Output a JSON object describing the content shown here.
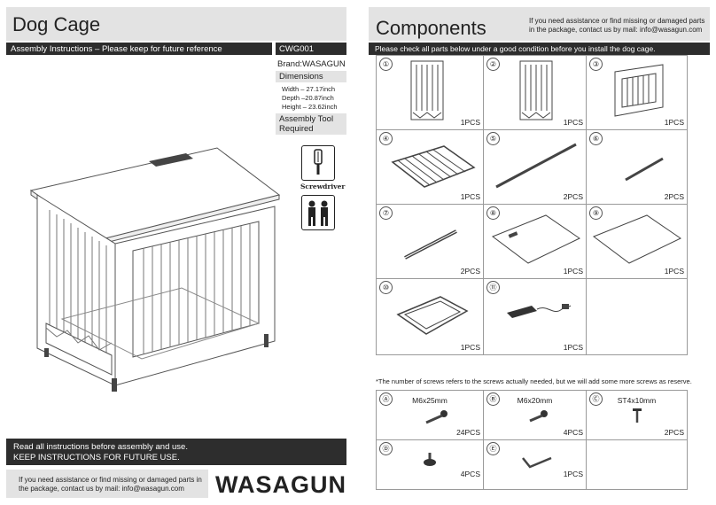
{
  "left": {
    "title": "Dog Cage",
    "subtitle_bar": "Assembly Instructions – Please keep for future reference",
    "model": "CWG001",
    "brand": "Brand:WASAGUN",
    "dimensions_header": "Dimensions",
    "dimensions": [
      "Width – 27.17inch",
      "Depth –20.87inch",
      "Height – 23.62inch"
    ],
    "tool_header": "Assembly Tool Required",
    "tool_label": "Screwdriver",
    "notice_line1": "Read all instructions before assembly and use.",
    "notice_line2": "KEEP INSTRUCTIONS FOR FUTURE USE.",
    "assist_text": "If you need assistance or find missing or damaged parts in the package, contact us by mail: info@wasagun.com",
    "logo": "WASAGUN"
  },
  "right": {
    "title": "Components",
    "assist_text": "If you need assistance or find missing or damaged parts in the package, contact us by mail: info@wasagun.com",
    "check_bar": "Please check all parts below under a good condition before you install the dog cage.",
    "parts": [
      {
        "num": "①",
        "qty": "1PCS",
        "icon": "side-panel-left"
      },
      {
        "num": "②",
        "qty": "1PCS",
        "icon": "side-panel-right"
      },
      {
        "num": "③",
        "qty": "1PCS",
        "icon": "back-panel"
      },
      {
        "num": "④",
        "qty": "1PCS",
        "icon": "wire-grid"
      },
      {
        "num": "⑤",
        "qty": "2PCS",
        "icon": "long-rod"
      },
      {
        "num": "⑥",
        "qty": "2PCS",
        "icon": "short-rod"
      },
      {
        "num": "⑦",
        "qty": "2PCS",
        "icon": "bar"
      },
      {
        "num": "⑧",
        "qty": "1PCS",
        "icon": "top-board"
      },
      {
        "num": "⑨",
        "qty": "1PCS",
        "icon": "bottom-board"
      },
      {
        "num": "⑩",
        "qty": "1PCS",
        "icon": "tray"
      },
      {
        "num": "⑪",
        "qty": "1PCS",
        "icon": "power-strip"
      }
    ],
    "screw_note": "*The number of screws refers to the screws actually needed, but we will add some more screws as reserve.",
    "screws": [
      {
        "letter": "Ⓐ",
        "name": "M6x25mm",
        "qty": "24PCS",
        "icon": "screw-long"
      },
      {
        "letter": "Ⓑ",
        "name": "M6x20mm",
        "qty": "4PCS",
        "icon": "screw-medium"
      },
      {
        "letter": "Ⓒ",
        "name": "ST4x10mm",
        "qty": "2PCS",
        "icon": "screw-small"
      },
      {
        "letter": "Ⓓ",
        "name": "",
        "qty": "4PCS",
        "icon": "leveling-foot"
      },
      {
        "letter": "Ⓔ",
        "name": "",
        "qty": "1PCS",
        "icon": "allen-key"
      }
    ]
  }
}
